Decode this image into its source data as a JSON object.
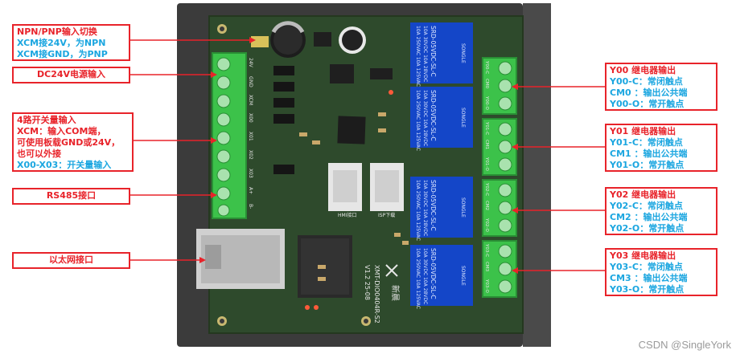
{
  "left_labels": [
    {
      "id": "npn",
      "lines": [
        {
          "text": "NPN/PNP输入切换",
          "color": "red"
        },
        {
          "text": "XCM接24V，为NPN",
          "color": "blue"
        },
        {
          "text": "XCM接GND，为PNP",
          "color": "blue"
        }
      ]
    },
    {
      "id": "power",
      "lines": [
        {
          "text": "DC24V电源输入",
          "color": "red"
        }
      ]
    },
    {
      "id": "inputs",
      "lines": [
        {
          "text": "4路开关量输入",
          "color": "red"
        },
        {
          "text": "XCM：输入COM端，",
          "color": "red"
        },
        {
          "text": "可使用板载GND或24V，",
          "color": "red"
        },
        {
          "text": "也可以外接",
          "color": "red"
        },
        {
          "text": "X00-X03：开关量输入",
          "color": "blue"
        }
      ]
    },
    {
      "id": "rs485",
      "lines": [
        {
          "text": "RS485接口",
          "color": "red"
        }
      ]
    },
    {
      "id": "ethernet",
      "lines": [
        {
          "text": "以太网接口",
          "color": "red"
        }
      ]
    }
  ],
  "right_labels": [
    {
      "id": "y00",
      "lines": [
        {
          "text": "Y00 继电器输出",
          "color": "red"
        },
        {
          "text": "Y00-C：常闭触点",
          "color": "blue"
        },
        {
          "text": "CM0 ：输出公共端",
          "color": "blue"
        },
        {
          "text": "Y00-O：常开触点",
          "color": "blue"
        }
      ]
    },
    {
      "id": "y01",
      "lines": [
        {
          "text": "Y01 继电器输出",
          "color": "red"
        },
        {
          "text": "Y01-C：常闭触点",
          "color": "blue"
        },
        {
          "text": "CM1 ：输出公共端",
          "color": "blue"
        },
        {
          "text": "Y01-O：常开触点",
          "color": "blue"
        }
      ]
    },
    {
      "id": "y02",
      "lines": [
        {
          "text": "Y02 继电器输出",
          "color": "red"
        },
        {
          "text": "Y02-C：常闭触点",
          "color": "blue"
        },
        {
          "text": "CM2 ：输出公共端",
          "color": "blue"
        },
        {
          "text": "Y02-O：常开触点",
          "color": "blue"
        }
      ]
    },
    {
      "id": "y03",
      "lines": [
        {
          "text": "Y03 继电器输出",
          "color": "red"
        },
        {
          "text": "Y03-C：常闭触点",
          "color": "blue"
        },
        {
          "text": "CM3 ：输出公共端",
          "color": "blue"
        },
        {
          "text": "Y03-O：常开触点",
          "color": "blue"
        }
      ]
    }
  ],
  "board": {
    "model": "XMT-DIO0404R-S2",
    "version": "V1.2 25-08",
    "brand": "新晨",
    "relay_text": [
      "10A 250VAC 10A 125VAC",
      "10A 30VDC 10A 28VDC",
      "SRD-05VDC-SL-C"
    ],
    "relay_brand": "SONGLE",
    "left_terminal_labels": [
      "24V",
      "GND",
      "XCM",
      "X00",
      "X01",
      "X02",
      "X03",
      "A+",
      "B-"
    ],
    "relay_terminal_labels": [
      [
        "Y00-C",
        "CM0",
        "Y00-O"
      ],
      [
        "Y01-C",
        "CM1",
        "Y01-O"
      ],
      [
        "Y02-C",
        "CM2",
        "Y02-O"
      ],
      [
        "Y03-C",
        "CM3",
        "Y03-O"
      ]
    ],
    "silk_hmi": "HMI接口",
    "silk_isp": "ISP下载"
  },
  "colors": {
    "border": "#e8232a",
    "red": "#e8232a",
    "blue": "#1ba6e0",
    "pcb": "#2e4a2c",
    "terminal": "#3cc24a",
    "relay": "#1446c8"
  },
  "watermark": "CSDN @SingleYork"
}
